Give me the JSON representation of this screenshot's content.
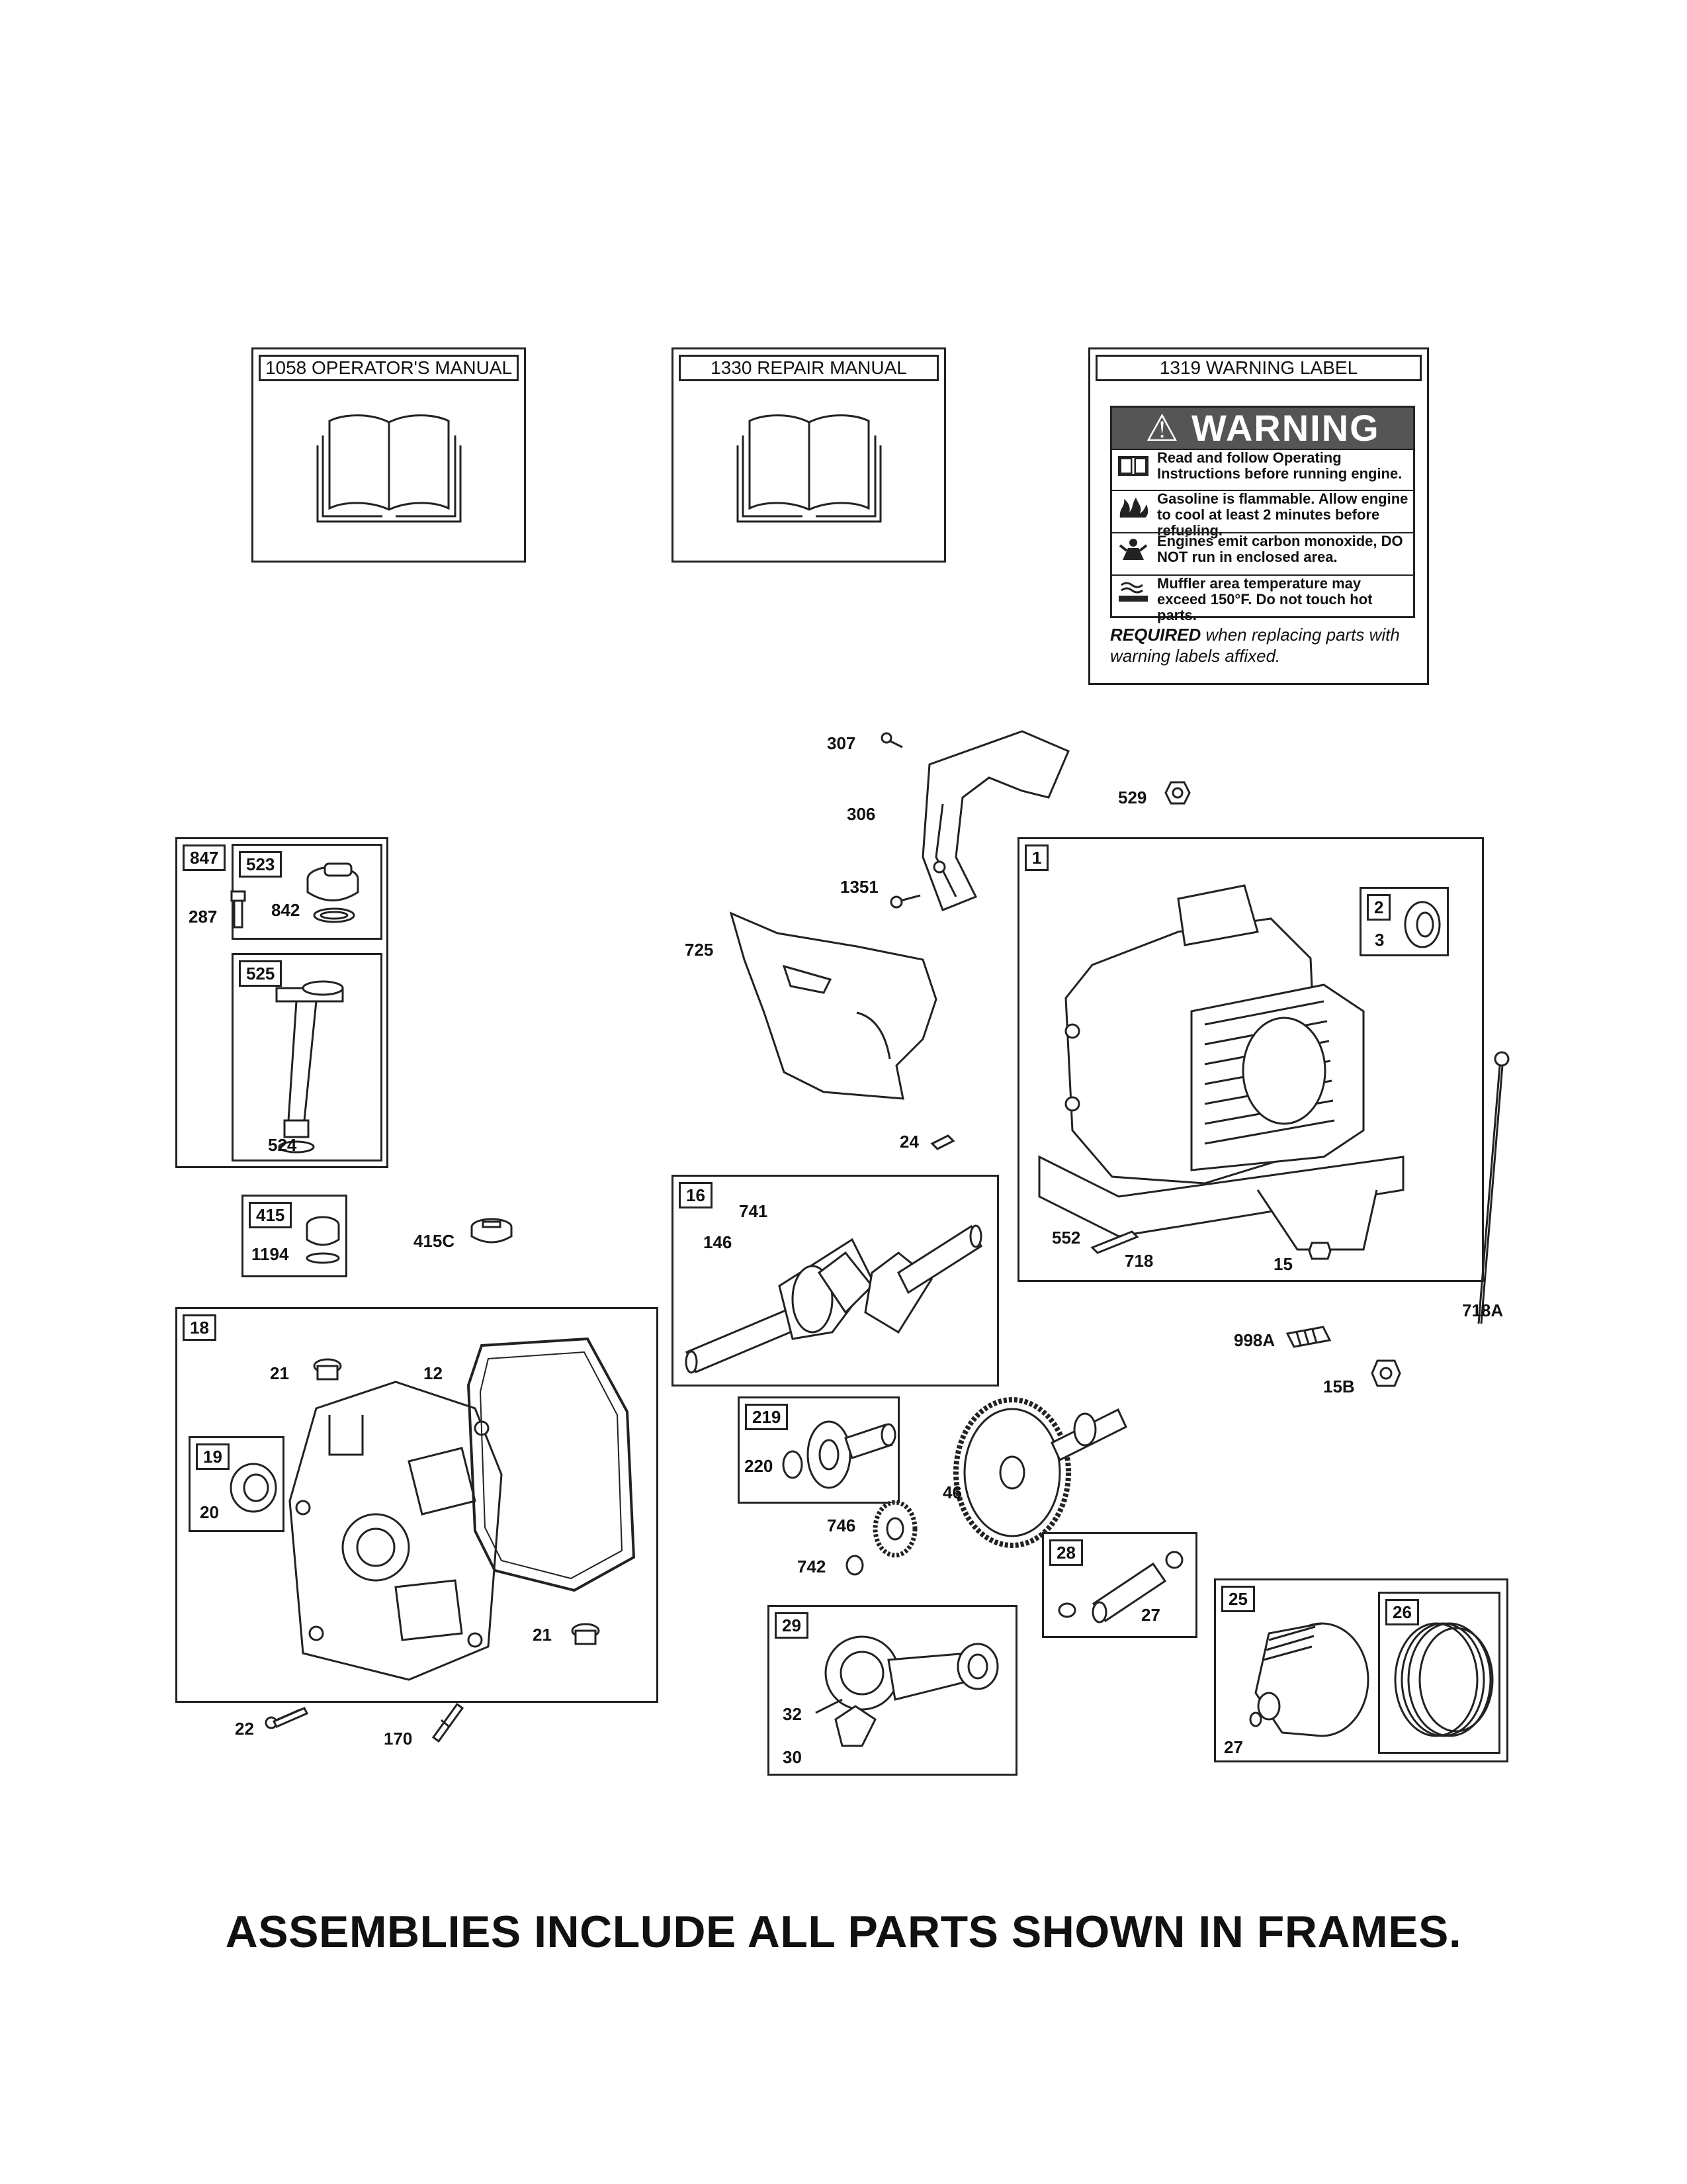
{
  "manuals": [
    {
      "title": "1058 OPERATOR'S MANUAL"
    },
    {
      "title": "1330 REPAIR MANUAL"
    }
  ],
  "warning_label": {
    "title": "1319 WARNING LABEL",
    "banner": "WARNING",
    "lines": [
      {
        "icon": "manual-icon",
        "text": "Read and follow Operating Instructions before running engine."
      },
      {
        "icon": "flame-icon",
        "text": "Gasoline is flammable. Allow engine to cool at least 2 minutes before refueling."
      },
      {
        "icon": "fumes-icon",
        "text": "Engines emit carbon monoxide, DO NOT run in enclosed area."
      },
      {
        "icon": "hot-surface-icon",
        "text": "Muffler area temperature may exceed 150°F. Do not touch hot parts."
      }
    ],
    "required_bold": "REQUIRED",
    "required_rest": " when replacing parts with warning labels affixed."
  },
  "frames": {
    "f847": "847",
    "f523": "523",
    "f525": "525",
    "f415": "415",
    "f18": "18",
    "f19": "19",
    "f16": "16",
    "f1": "1",
    "f2": "2",
    "f219": "219",
    "f28": "28",
    "f29": "29",
    "f25": "25",
    "f26": "26"
  },
  "labels": {
    "l307": "307",
    "l306": "306",
    "l529": "529",
    "l1351": "1351",
    "l725": "725",
    "l24": "24",
    "l287": "287",
    "l842": "842",
    "l524": "524",
    "l1194": "1194",
    "l415c": "415C",
    "l21a": "21",
    "l12": "12",
    "l20": "20",
    "l21b": "21",
    "l22": "22",
    "l170": "170",
    "l741": "741",
    "l146": "146",
    "l3": "3",
    "l552": "552",
    "l718": "718",
    "l15": "15",
    "l718a": "718A",
    "l998a": "998A",
    "l15b": "15B",
    "l220": "220",
    "l46": "46",
    "l746": "746",
    "l742": "742",
    "l27a": "27",
    "l32": "32",
    "l30": "30",
    "l27b": "27"
  },
  "footer": "ASSEMBLIES INCLUDE ALL PARTS SHOWN IN FRAMES."
}
